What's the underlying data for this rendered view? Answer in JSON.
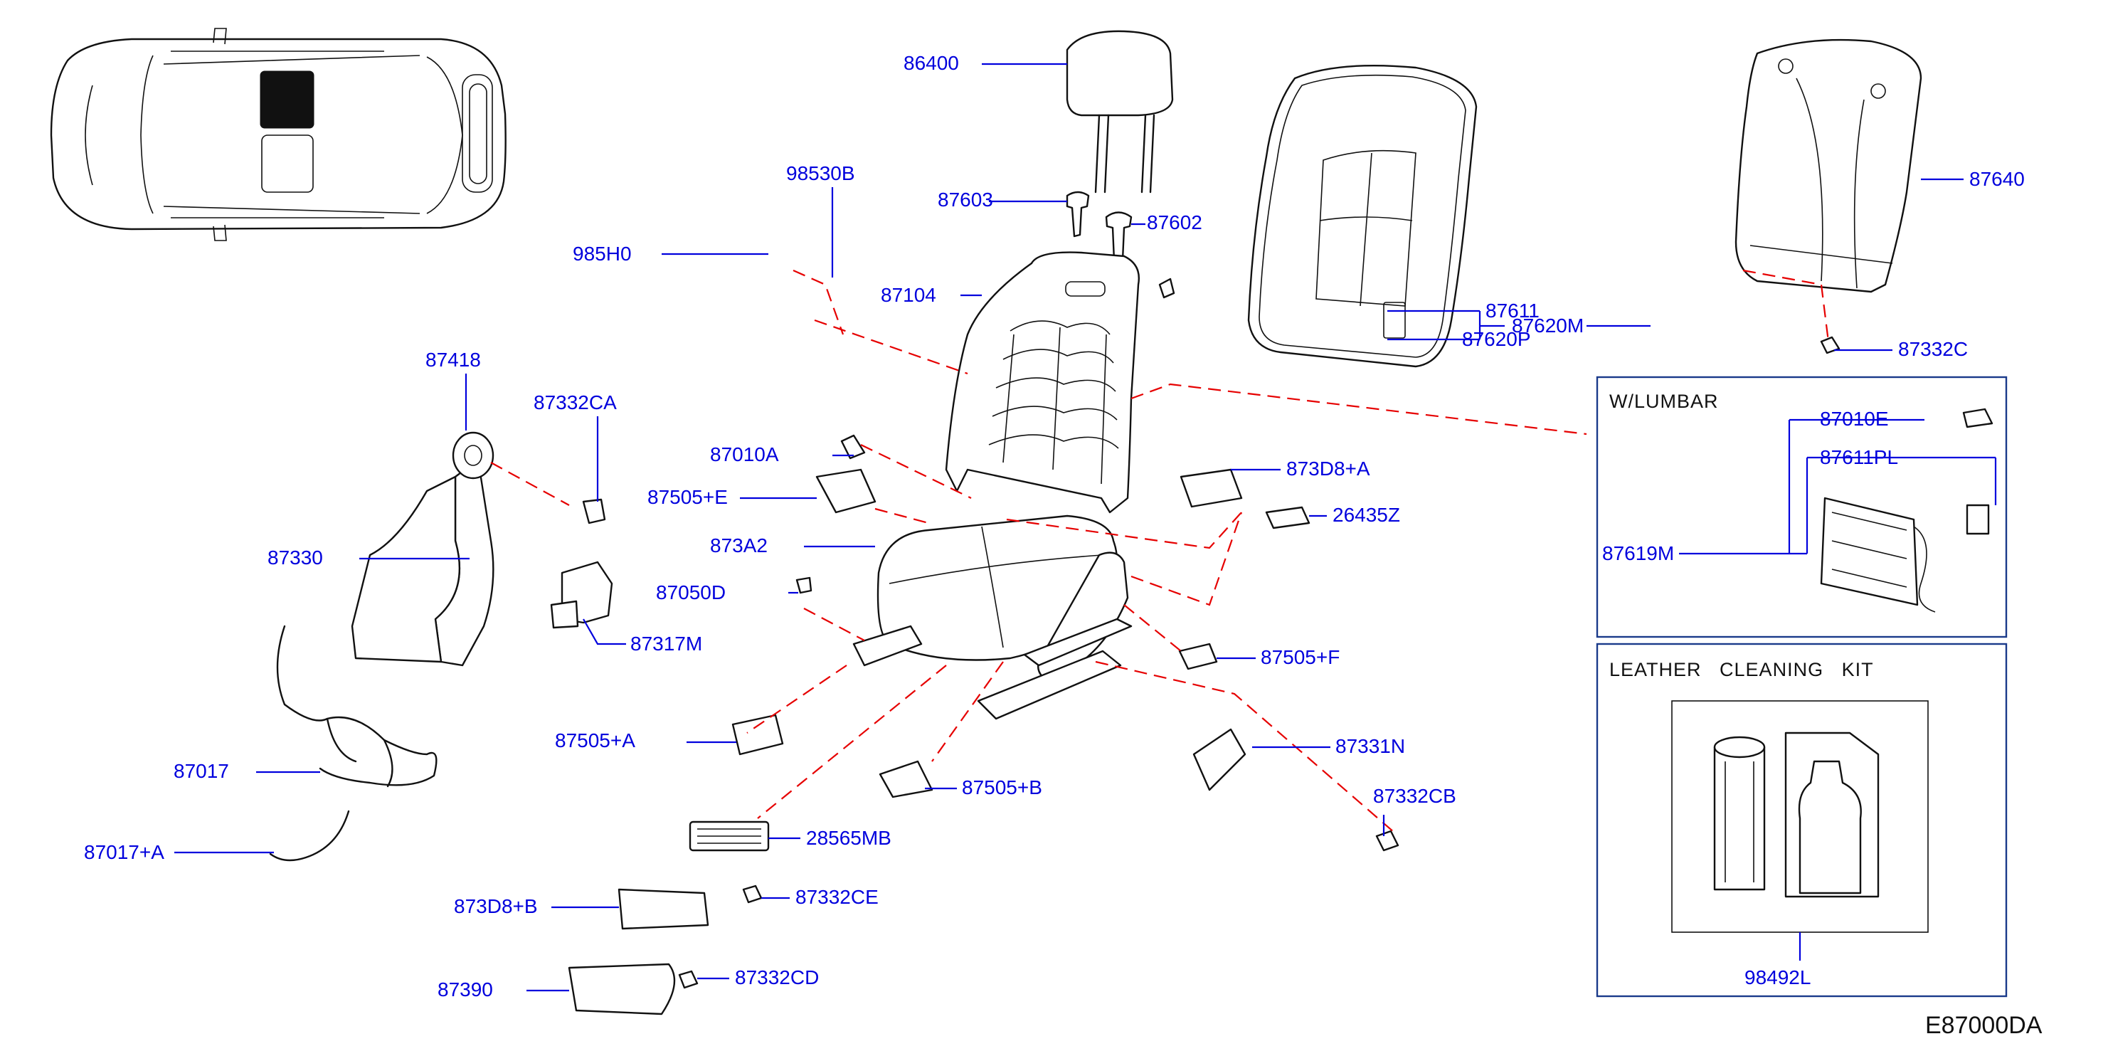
{
  "diagram_code": "E87000DA",
  "boxes": {
    "lumbar_title": "W/LUMBAR",
    "cleaning_title": "LEATHER   CLEANING   KIT"
  },
  "labels": {
    "p86400": "86400",
    "p98530B": "98530B",
    "p87603": "87603",
    "p87602": "87602",
    "p985H0": "985H0",
    "p87104": "87104",
    "p87611": "87611",
    "p87620M": "87620M",
    "p87620P": "87620P",
    "p87640": "87640",
    "p87332C": "87332C",
    "p87418": "87418",
    "p87332CA": "87332CA",
    "p87010A": "87010A",
    "p87505E": "87505+E",
    "p873D8A": "873D8+A",
    "p26435Z": "26435Z",
    "p87330": "87330",
    "p873A2": "873A2",
    "p87050D": "87050D",
    "p87317M": "87317M",
    "p87505F": "87505+F",
    "p87017": "87017",
    "p87505A": "87505+A",
    "p87331N": "87331N",
    "p87505B": "87505+B",
    "p87332CB": "87332CB",
    "p87017A": "87017+A",
    "p28565MB": "28565MB",
    "p873D8B": "873D8+B",
    "p87332CE": "87332CE",
    "p87390": "87390",
    "p87332CD": "87332CD",
    "p87010E": "87010E",
    "p87611PL": "87611PL",
    "p87619M": "87619M",
    "p98492L": "98492L"
  },
  "colors": {
    "label": "#0000dd",
    "dashed_guide": "#e60000",
    "box_border": "#1a3a8a",
    "outline": "#111111"
  }
}
